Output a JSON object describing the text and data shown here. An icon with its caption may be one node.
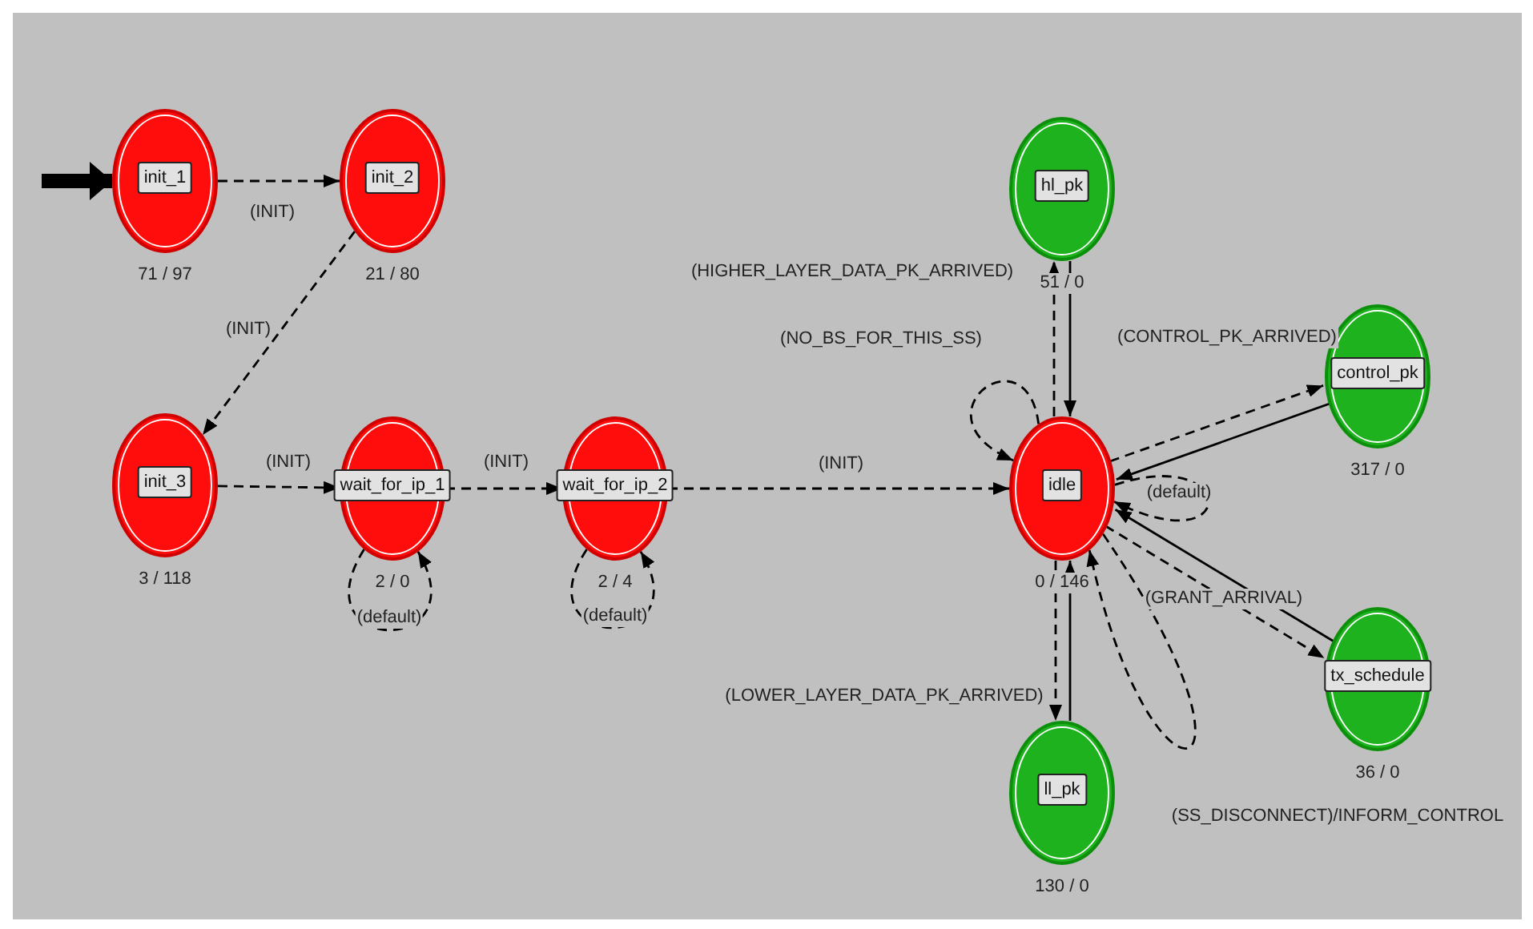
{
  "diagram": {
    "nodes": [
      {
        "text": [
          "init_1"
        ],
        "beside": [
          "71 / 97"
        ]
      },
      {
        "text": [
          "init_2"
        ],
        "beside": [
          "21 / 80"
        ]
      },
      {
        "text": [
          "init_3"
        ],
        "beside": [
          "3 / 118"
        ]
      },
      {
        "text": [
          "wait_for_ip_1"
        ],
        "beside": [
          "2 / 0"
        ]
      },
      {
        "text": [
          "wait_for_ip_2"
        ],
        "beside": [
          "2 / 4"
        ]
      },
      {
        "text": [
          "hl_pk"
        ],
        "beside": [
          "51 / 0"
        ]
      },
      {
        "text": [
          "idle"
        ],
        "beside": [
          "0 / 146"
        ]
      },
      {
        "text": [
          "control_pk"
        ],
        "beside": [
          "317 / 0"
        ]
      },
      {
        "text": [
          "tx_schedule"
        ],
        "beside": [
          "36 / 0"
        ]
      },
      {
        "text": [
          "ll_pk"
        ],
        "beside": [
          "130 / 0"
        ]
      }
    ],
    "edges": [
      {
        "from": null,
        "to": 0,
        "arrow": "to",
        "style": "thick"
      },
      {
        "from": 0,
        "to": 1,
        "arrow": "to",
        "label": "(INIT)",
        "style": "dashed"
      },
      {
        "from": 1,
        "to": 2,
        "arrow": "to",
        "label": "(INIT)",
        "style": "dashed"
      },
      {
        "from": 2,
        "to": 3,
        "arrow": "to",
        "label": "(INIT)",
        "style": "dashed"
      },
      {
        "from": 3,
        "to": 3,
        "arrow": "to",
        "label": "(default)",
        "style": "dashed"
      },
      {
        "from": 3,
        "to": 4,
        "arrow": "to",
        "label": "(INIT)",
        "style": "dashed"
      },
      {
        "from": 4,
        "to": 4,
        "arrow": "to",
        "label": "(default)",
        "style": "dashed"
      },
      {
        "from": 4,
        "to": 6,
        "arrow": "to",
        "label": "(INIT)",
        "style": "dashed"
      },
      {
        "from": 6,
        "to": 5,
        "arrow": "to",
        "label": "(HIGHER_LAYER_DATA_PK_ARRIVED)",
        "style": "dashed"
      },
      {
        "from": 5,
        "to": 6,
        "arrow": "to"
      },
      {
        "from": 6,
        "to": 6,
        "arrow": "to",
        "label": "(NO_BS_FOR_THIS_SS)",
        "style": "dashed"
      },
      {
        "from": 6,
        "to": 7,
        "arrow": "to",
        "label": "(CONTROL_PK_ARRIVED)",
        "style": "dashed"
      },
      {
        "from": 7,
        "to": 6,
        "arrow": "to"
      },
      {
        "from": 6,
        "to": 6,
        "arrow": "to",
        "label": "(default)",
        "style": "dashed"
      },
      {
        "from": 6,
        "to": 8,
        "arrow": "to",
        "label": "(GRANT_ARRIVAL)",
        "style": "dashed"
      },
      {
        "from": 8,
        "to": 6,
        "arrow": "to"
      },
      {
        "from": 6,
        "to": 9,
        "arrow": "to",
        "label": "(LOWER_LAYER_DATA_PK_ARRIVED)",
        "style": "dashed"
      },
      {
        "from": 9,
        "to": 6,
        "arrow": "to"
      },
      {
        "from": 6,
        "to": 6,
        "arrow": "to",
        "label": "(SS_DISCONNECT)/INFORM_CONTROL",
        "style": "dashed"
      }
    ]
  }
}
